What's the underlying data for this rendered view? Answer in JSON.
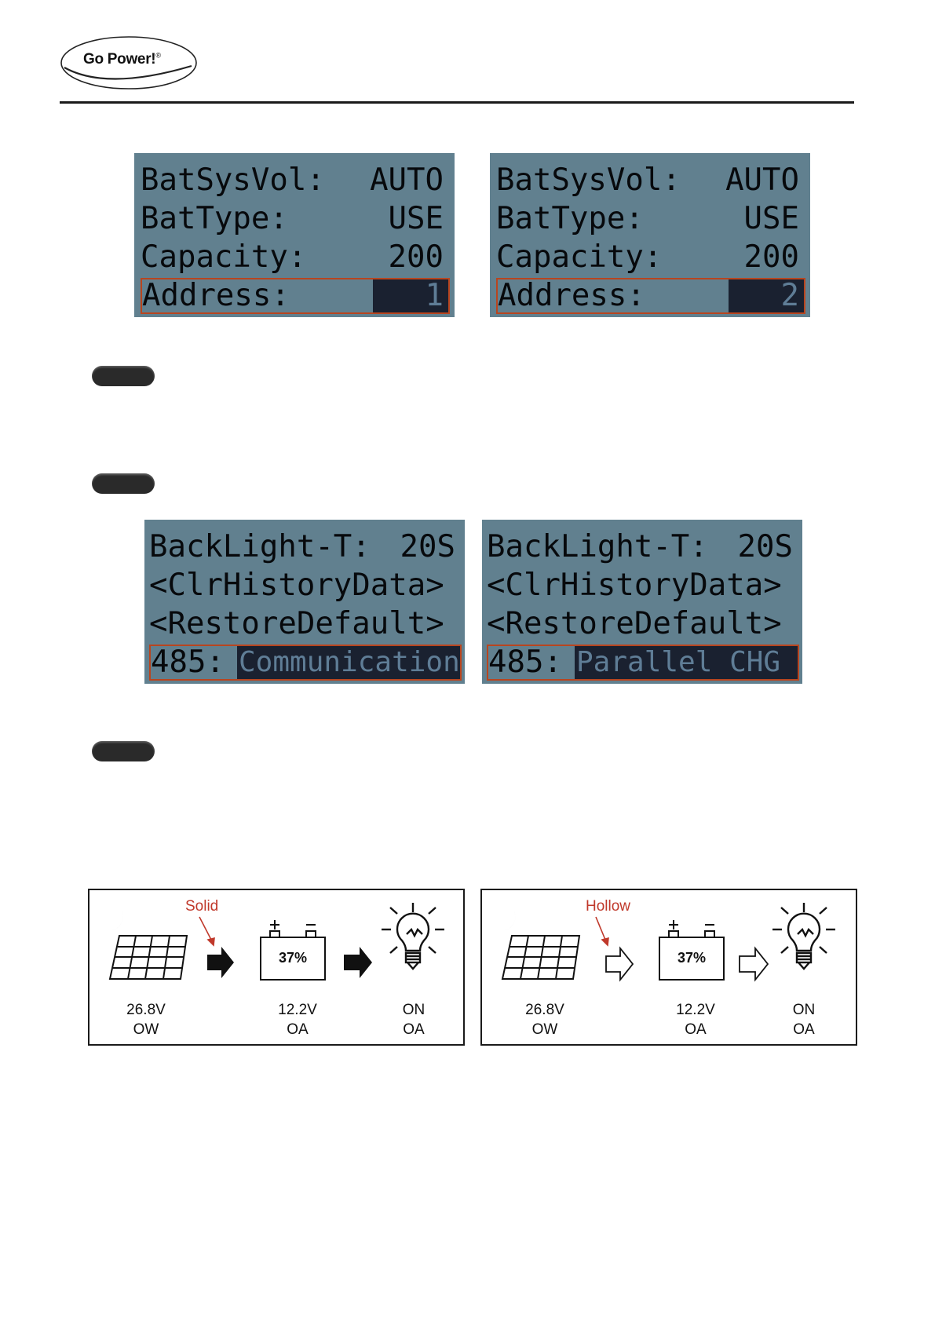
{
  "header": {
    "logo_text": "Go Power!",
    "logo_reg": "®"
  },
  "lcd_battery": [
    {
      "rows": [
        {
          "label": "BatSysVol:",
          "value": "AUTO"
        },
        {
          "label": "BatType:",
          "value": "USE"
        },
        {
          "label": "Capacity:",
          "value": "200"
        },
        {
          "label": "Address:",
          "value": "1"
        }
      ]
    },
    {
      "rows": [
        {
          "label": "BatSysVol:",
          "value": "AUTO"
        },
        {
          "label": "BatType:",
          "value": "USE"
        },
        {
          "label": "Capacity:",
          "value": "200"
        },
        {
          "label": "Address:",
          "value": "2"
        }
      ]
    }
  ],
  "lcd_system": [
    {
      "rows": [
        {
          "label": "BackLight-T:",
          "value": "20S"
        },
        {
          "label": "<ClrHistoryData>",
          "value": ""
        },
        {
          "label": "<RestoreDefault>",
          "value": ""
        },
        {
          "label": "485:",
          "value": "Communication"
        }
      ]
    },
    {
      "rows": [
        {
          "label": "BackLight-T:",
          "value": "20S"
        },
        {
          "label": "<ClrHistoryData>",
          "value": ""
        },
        {
          "label": "<RestoreDefault>",
          "value": ""
        },
        {
          "label": "485:",
          "value": "Parallel CHG"
        }
      ]
    }
  ],
  "diagrams": [
    {
      "tag": "Solid",
      "arrow_style": "solid",
      "battery_pct": "37%",
      "pv": {
        "line1": "26.8V",
        "line2": "OW"
      },
      "battery": {
        "line1": "12.2V",
        "line2": "OA"
      },
      "load": {
        "line1": "ON",
        "line2": "OA"
      },
      "colors": {
        "tag": "#c0392b"
      }
    },
    {
      "tag": "Hollow",
      "arrow_style": "hollow",
      "battery_pct": "37%",
      "pv": {
        "line1": "26.8V",
        "line2": "OW"
      },
      "battery": {
        "line1": "12.2V",
        "line2": "OA"
      },
      "load": {
        "line1": "ON",
        "line2": "OA"
      },
      "colors": {
        "tag": "#c0392b"
      }
    }
  ],
  "colors": {
    "lcd_bg": "#61808f",
    "lcd_text": "#07090c",
    "highlight_bg": "#1a2130",
    "highlight_border": "#b8451f"
  }
}
